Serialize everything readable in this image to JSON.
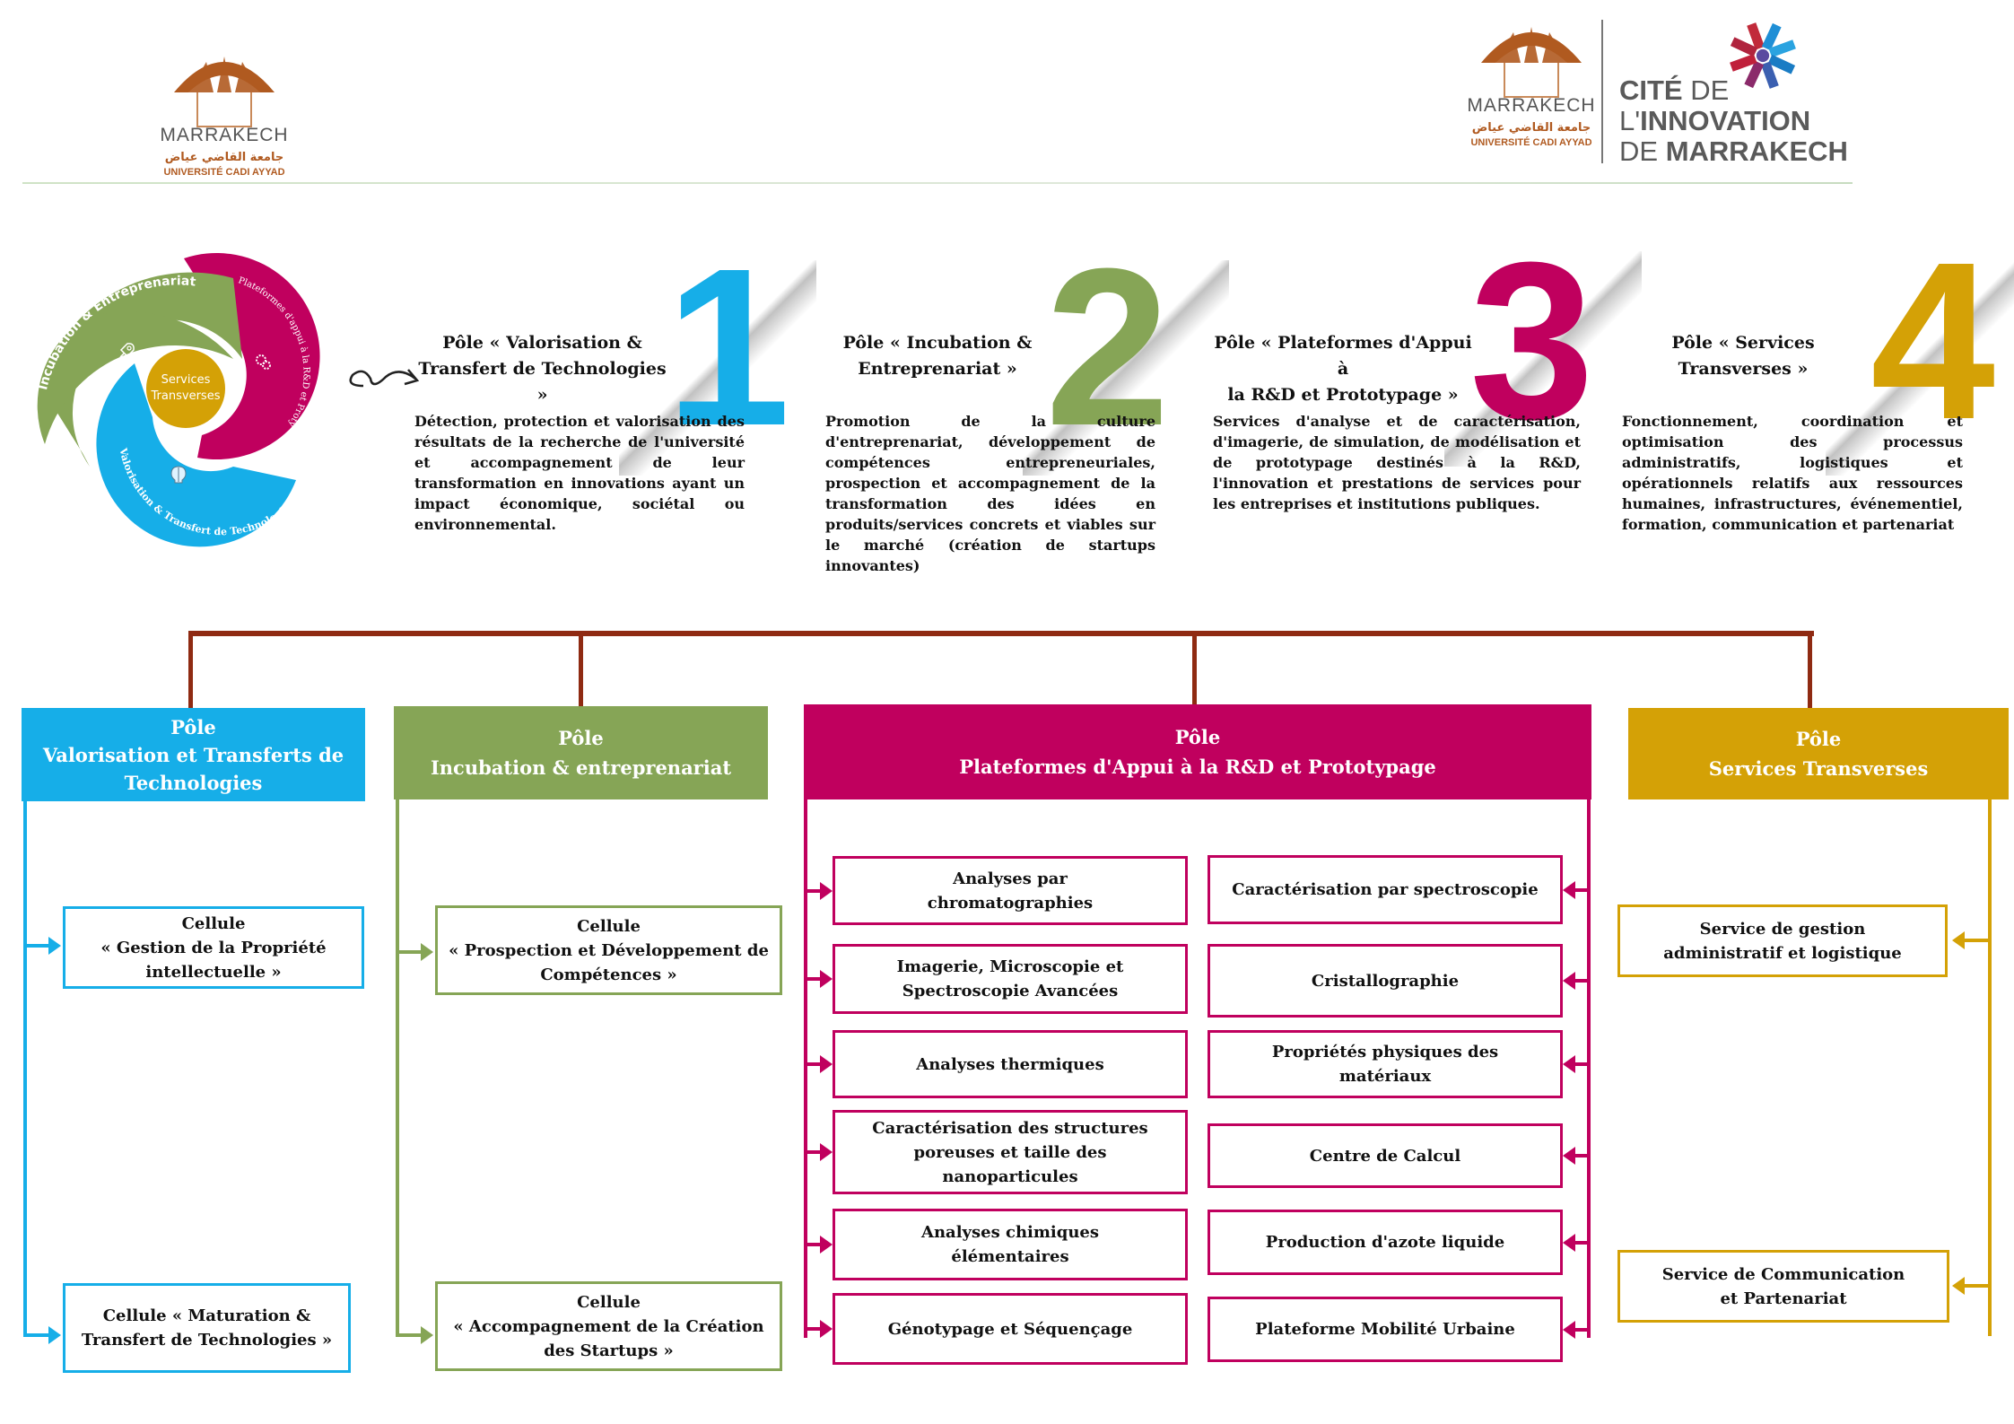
{
  "colors": {
    "blue": "#16aee8",
    "green": "#86a556",
    "magenta": "#c0005e",
    "gold": "#d4a106",
    "connector": "#8f2a12",
    "logo_brown": "#b05a20"
  },
  "logos": {
    "uca": {
      "city": "MARRAKECH",
      "arabic": "جامعة القاضي عياض",
      "name": "UNIVERSITÉ CADI AYYAD"
    },
    "cite": {
      "line1_bold": "CITÉ",
      "line1_thin": "DE",
      "line2_thin": "L'",
      "line2_bold": "INNOVATION",
      "line3_thin": "DE",
      "line3_bold": "MARRAKECH"
    }
  },
  "cycle_diagram": {
    "segments": [
      {
        "label": "Incubation & Entreprenariat",
        "icon": "rocket-icon"
      },
      {
        "label": "Plateformes d'appui à la R&D et Protypage",
        "icon": "gears-icon"
      },
      {
        "label": "Valorisation & Transfert de Technologies",
        "icon": "brain-bulb-icon"
      }
    ],
    "center": {
      "line1": "Services",
      "line2": "Transverses"
    }
  },
  "poles_intro": [
    {
      "number": "1",
      "title_line1": "Pôle « Valorisation &",
      "title_line2": "Transfert de Technologies »",
      "description": "Détection, protection et valorisation des résultats de la recherche de l'université et accompagnement de leur transformation en innovations ayant un impact économique, sociétal ou environnemental."
    },
    {
      "number": "2",
      "title_line1": "Pôle « Incubation &",
      "title_line2": "Entreprenariat »",
      "description": "Promotion de la culture d'entreprenariat, développement de compétences entrepreneuriales, prospection et accompagnement de la transformation des idées en produits/services concrets et viables sur le marché (création de startups innovantes)"
    },
    {
      "number": "3",
      "title_line1": "Pôle « Plateformes d'Appui à",
      "title_line2": "la R&D et Prototypage »",
      "description": "Services d'analyse et de caractérisation, d'imagerie, de simulation, de modélisation et de prototypage destinés à la R&D, l'innovation et prestations de services pour les entreprises et institutions publiques."
    },
    {
      "number": "4",
      "title_line1": "Pôle « Services",
      "title_line2": "Transverses »",
      "description": "Fonctionnement, coordination et optimisation des processus administratifs, logistiques et opérationnels relatifs aux ressources humaines, infrastructures, événementiel, formation, communication et partenariat"
    }
  ],
  "org_chart": {
    "pole_valorisation": {
      "line1": "Pôle",
      "line2": "Valorisation et Transferts de",
      "line3": "Technologies",
      "cells": [
        {
          "line1": "Cellule",
          "line2": "« Gestion de la Propriété",
          "line3": "intellectuelle »"
        },
        {
          "line1": "Cellule « Maturation &",
          "line2": "Transfert de Technologies »"
        }
      ]
    },
    "pole_incubation": {
      "line1": "Pôle",
      "line2": "Incubation & entreprenariat",
      "cells": [
        {
          "line1": "Cellule",
          "line2": "« Prospection et Développement de",
          "line3": "Compétences »"
        },
        {
          "line1": "Cellule",
          "line2": "« Accompagnement de la Création",
          "line3": "des Startups »"
        }
      ]
    },
    "pole_plateformes": {
      "line1": "Pôle",
      "line2": "Plateformes d'Appui à la R&D et Prototypage",
      "left_cells": [
        "Analyses par chromatographies",
        "Imagerie, Microscopie et Spectroscopie Avancées",
        "Analyses thermiques",
        "Caractérisation des structures poreuses et taille des nanoparticules",
        "Analyses chimiques élémentaires",
        "Génotypage et Séquençage"
      ],
      "right_cells": [
        "Caractérisation par spectroscopie",
        "Cristallographie",
        "Propriétés physiques des matériaux",
        "Centre de Calcul",
        "Production d'azote liquide",
        "Plateforme Mobilité Urbaine"
      ]
    },
    "pole_services": {
      "line1": "Pôle",
      "line2": "Services Transverses",
      "cells": [
        {
          "line1": "Service de gestion",
          "line2": "administratif et logistique"
        },
        {
          "line1": "Service de Communication",
          "line2": "et Partenariat"
        }
      ]
    }
  }
}
